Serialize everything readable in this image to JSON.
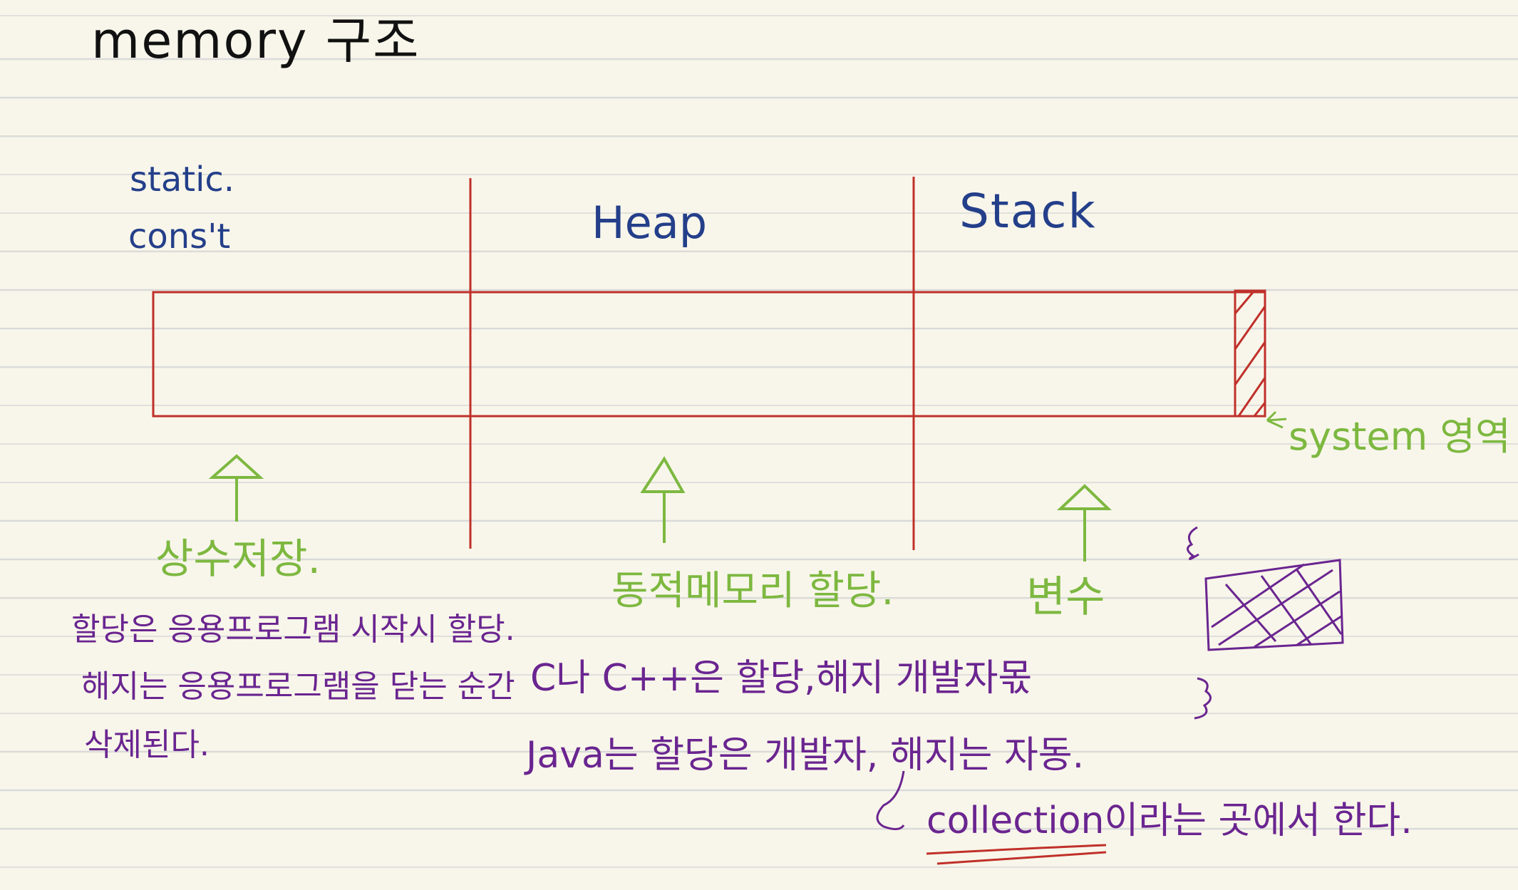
{
  "title": "memory 구조",
  "labels": {
    "static": "static.",
    "const": "cons't",
    "heap": "Heap",
    "stack": "Stack",
    "system": "system 영역"
  },
  "green_notes": {
    "constant": "상수저장.",
    "heap": "동적메모리 할당.",
    "stack": "변수"
  },
  "purple_notes": {
    "static_line1": "할당은 응용프로그램 시작시 할당.",
    "static_line2": "해지는 응용프로그램을 닫는 순간",
    "static_line3": "삭제된다.",
    "heap_line1": "C나 C++은 할당,해지 개발자몫",
    "heap_line2": "Java는 할당은 개발자, 해지는 자동.",
    "heap_line3": "collection이라는 곳에서 한다."
  },
  "colors": {
    "ink_black": "#111111",
    "blue": "#243f8a",
    "red": "#c0302a",
    "green": "#7db840",
    "purple": "#6a2590",
    "paper": "#f8f6ea"
  }
}
